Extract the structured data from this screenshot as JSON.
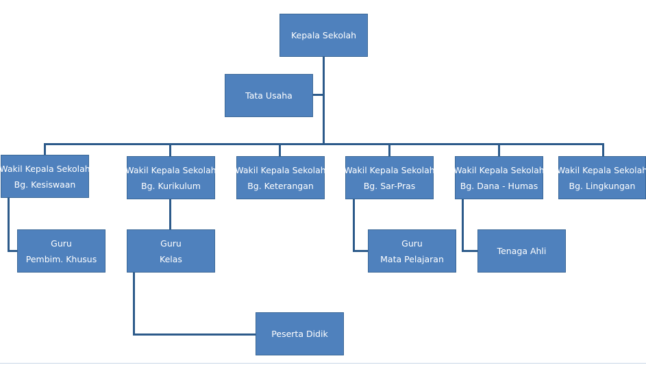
{
  "nodes": {
    "kepala_sekolah": {
      "lines": [
        "Kepala Sekolah"
      ]
    },
    "tata_usaha": {
      "lines": [
        "Tata Usaha"
      ]
    },
    "wakil_kesiswaan": {
      "lines": [
        "Wakil Kepala Sekolah",
        "Bg. Kesiswaan"
      ]
    },
    "wakil_kurikulum": {
      "lines": [
        "Wakil Kepala Sekolah",
        "Bg. Kurikulum"
      ]
    },
    "wakil_keterangan": {
      "lines": [
        "Wakil Kepala Sekolah",
        "Bg. Keterangan"
      ]
    },
    "wakil_sarpras": {
      "lines": [
        "Wakil Kepala Sekolah",
        "Bg. Sar-Pras"
      ]
    },
    "wakil_dana_humas": {
      "lines": [
        "Wakil Kepala Sekolah",
        "Bg. Dana - Humas"
      ]
    },
    "wakil_lingkungan": {
      "lines": [
        "Wakil Kepala Sekolah",
        "Bg. Lingkungan"
      ]
    },
    "guru_pembimbing": {
      "lines": [
        "Guru",
        "Pembim. Khusus"
      ]
    },
    "guru_kelas": {
      "lines": [
        "Guru",
        "Kelas"
      ]
    },
    "guru_mapel": {
      "lines": [
        "Guru",
        "Mata Pelajaran"
      ]
    },
    "tenaga_ahli": {
      "lines": [
        "Tenaga Ahli"
      ]
    },
    "peserta_didik": {
      "lines": [
        "Peserta Didik"
      ]
    }
  },
  "colors": {
    "box_fill": "#4f81bd",
    "box_border": "#3a6796",
    "connector": "#2c5a8a",
    "text": "#ffffff"
  }
}
